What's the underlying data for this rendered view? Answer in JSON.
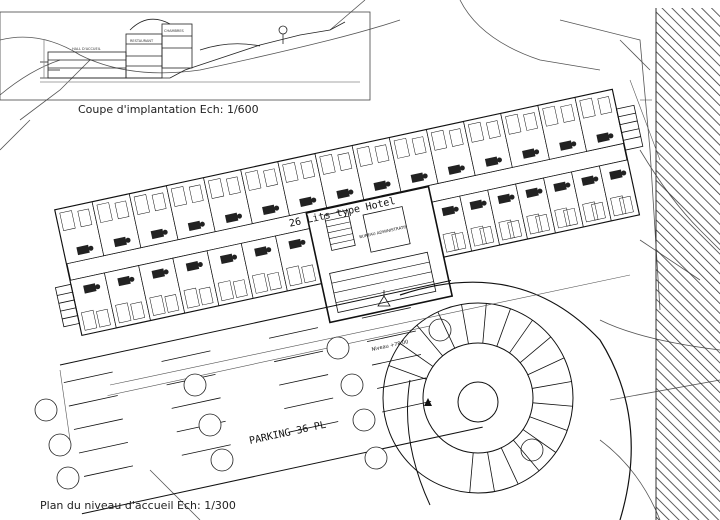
{
  "drawing": {
    "section_caption": "Coupe d'implantation Ech: 1/600",
    "plan_caption": "Plan du niveau d'accueil    Ech: 1/300",
    "hotel_label": "26 Lits type Hotel",
    "parking_label": "PARKING 36 PL",
    "level_note": "Niveau +78.00",
    "room_label": "BUREAU ADMINISTRATIF",
    "section_small_labels": [
      "HALL D'ACCUEIL",
      "RESTAURANT",
      "CHAMBRES"
    ],
    "rooms_top_row": 15,
    "rooms_bottom_row": 14,
    "parking_spaces": 36
  },
  "colors": {
    "ink": "#1a1a1a",
    "hatch": "#333333",
    "paper": "#ffffff"
  }
}
